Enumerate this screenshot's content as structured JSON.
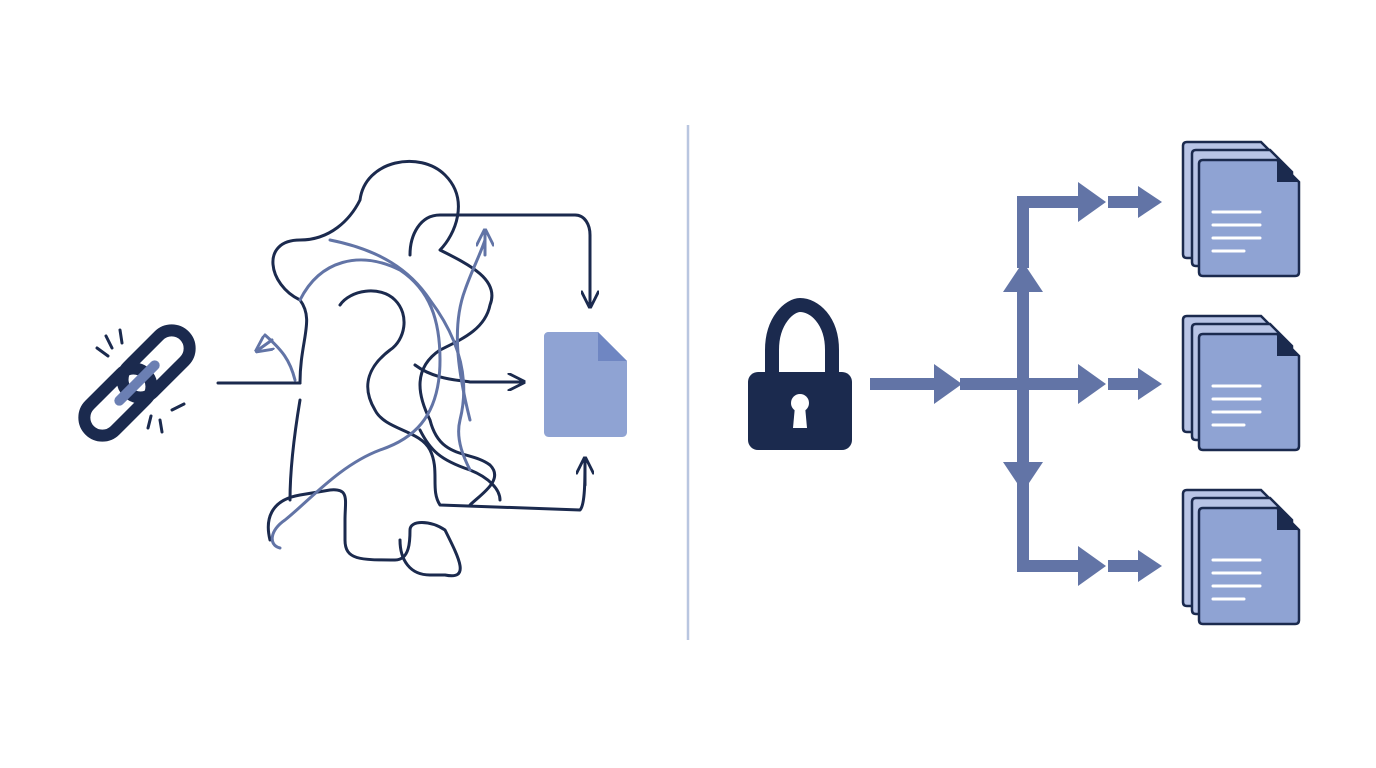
{
  "colors": {
    "background": "#ffffff",
    "navy": "#1b2a4e",
    "steel": "#6274a6",
    "steel_light": "#7b8cbc",
    "doc_fill": "#8fa3d3",
    "doc_fold": "#6f86c2",
    "stack_fill": "#b8c4e6",
    "divider": "#b9c6e0"
  },
  "left_panel": {
    "concept": "tangled-links",
    "icons": [
      "broken-chain-icon",
      "single-document-icon"
    ]
  },
  "right_panel": {
    "concept": "secure-distribution",
    "icons": [
      "padlock-icon",
      "document-stack-icon"
    ],
    "output_stacks": 3
  }
}
